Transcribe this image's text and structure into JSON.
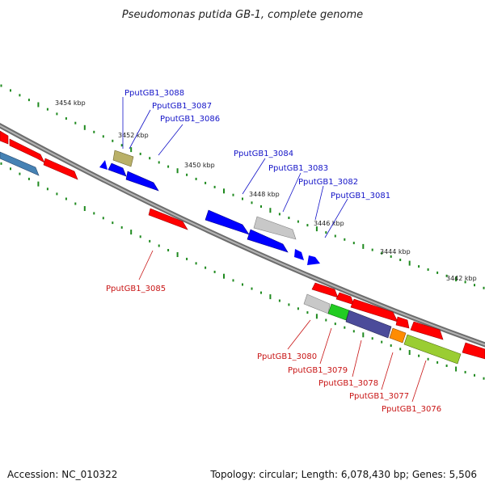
{
  "title": "Pseudomonas putida GB-1, complete genome",
  "footer": {
    "accession": "Accession: NC_010322",
    "summary": "Topology: circular; Length: 6,078,430 bp; Genes: 5,506"
  },
  "colors": {
    "backbone": "#8a8a8a",
    "tick": "#1f8a1f",
    "label_plus": "#1414c8",
    "label_minus": "#c81414"
  },
  "tick_labels": [
    "3454 kbp",
    "3452 kbp",
    "3450 kbp",
    "3448 kbp",
    "3446 kbp",
    "3444 kbp",
    "3442 kbp"
  ],
  "genes_top": [
    "PputGB1_3088",
    "PputGB1_3087",
    "PputGB1_3086",
    "PputGB1_3084",
    "PputGB1_3083",
    "PputGB1_3082",
    "PputGB1_3081"
  ],
  "genes_bottom": [
    "PputGB1_3085",
    "PputGB1_3080",
    "PputGB1_3079",
    "PputGB1_3078",
    "PputGB1_3077",
    "PputGB1_3076"
  ]
}
